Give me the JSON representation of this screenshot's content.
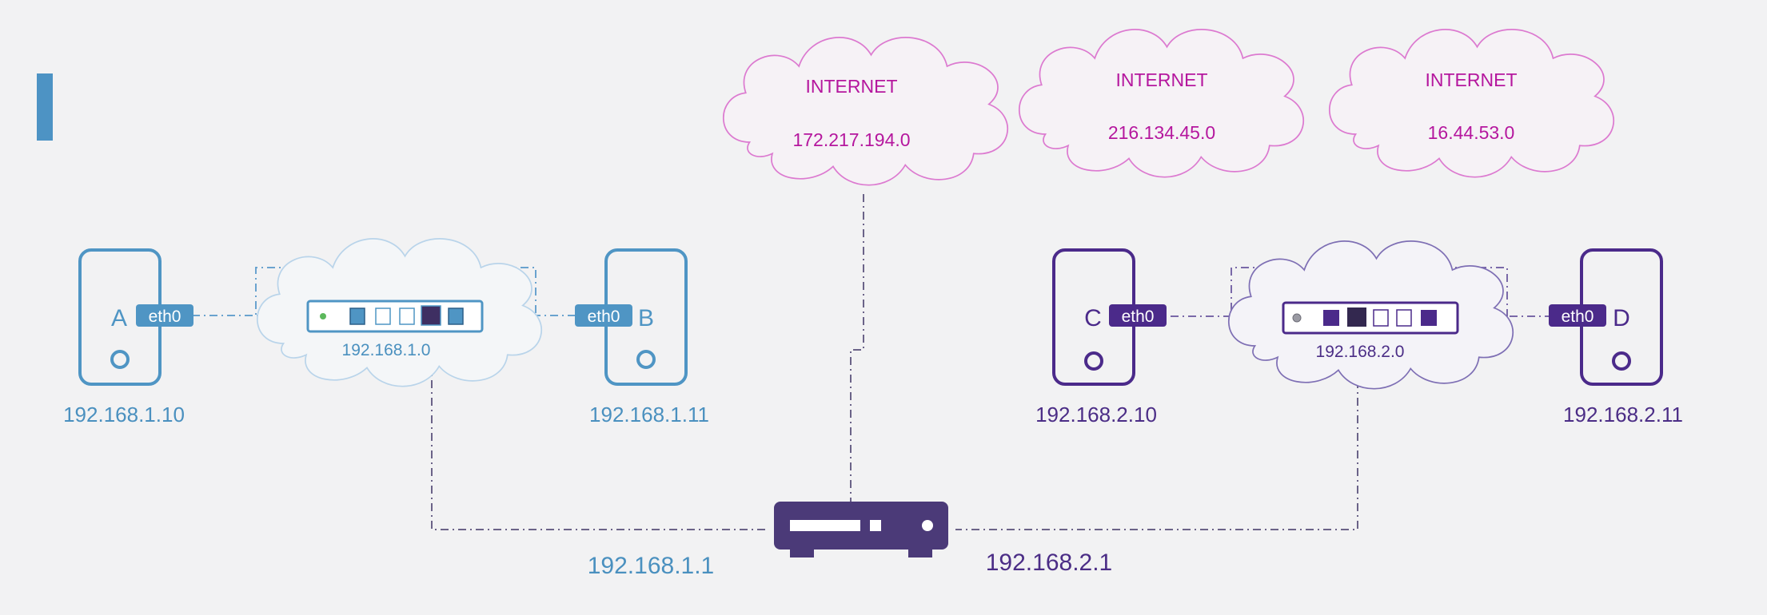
{
  "colors": {
    "background": "#f2f2f3",
    "network1": "#4f95c4",
    "network1_text": "#4a90bf",
    "network2": "#4b2a8a",
    "network2_text": "#4b2d86",
    "internet": "#b5179e",
    "router": "#4b3a78",
    "accent_bar": "#4d93c4"
  },
  "internet_clouds": [
    {
      "title": "INTERNET",
      "address": "172.217.194.0"
    },
    {
      "title": "INTERNET",
      "address": "216.134.45.0"
    },
    {
      "title": "INTERNET",
      "address": "16.44.53.0"
    }
  ],
  "network1": {
    "switch_address": "192.168.1.0",
    "host_a": {
      "letter": "A",
      "interface": "eth0",
      "ip": "192.168.1.10"
    },
    "host_b": {
      "letter": "B",
      "interface": "eth0",
      "ip": "192.168.1.11"
    }
  },
  "network2": {
    "switch_address": "192.168.2.0",
    "host_c": {
      "letter": "C",
      "interface": "eth0",
      "ip": "192.168.2.10"
    },
    "host_d": {
      "letter": "D",
      "interface": "eth0",
      "ip": "192.168.2.11"
    }
  },
  "router": {
    "left_ip": "192.168.1.1",
    "right_ip": "192.168.2.1"
  }
}
